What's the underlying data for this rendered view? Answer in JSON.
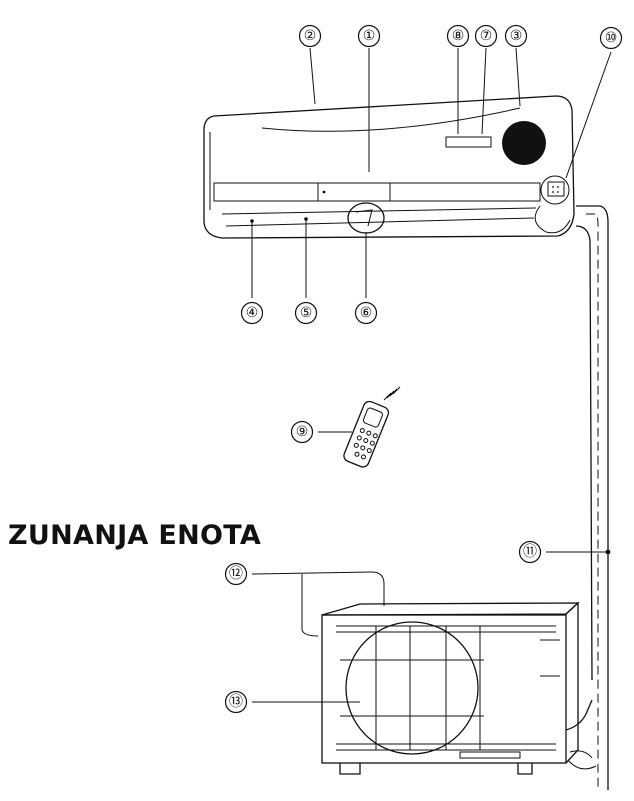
{
  "heading": "ZUNANJA ENOTA",
  "callouts": [
    "①",
    "②",
    "③",
    "④",
    "⑤",
    "⑥",
    "⑦",
    "⑧",
    "⑨",
    "⑩",
    "⑪",
    "⑫",
    "⑬"
  ]
}
